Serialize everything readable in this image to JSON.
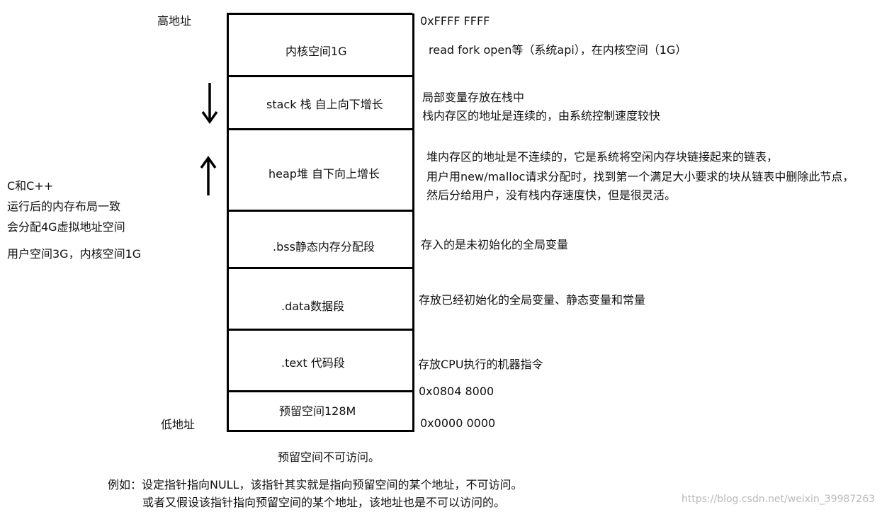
{
  "left_top_label": "高地址",
  "left_bottom_label": "低地址",
  "side_note": {
    "line1": "C和C++",
    "line2": "运行后的内存布局一致",
    "line3": "会分配4G虚拟地址空间",
    "line4": "用户空间3G，内核空间1G"
  },
  "segments": [
    {
      "label": "内核空间1G"
    },
    {
      "label": "stack 栈   自上向下增长"
    },
    {
      "label": "heap堆    自下向上增长"
    },
    {
      "label": ".bss静态内存分配段"
    },
    {
      "label": ".data数据段"
    },
    {
      "label": ".text  代码段"
    },
    {
      "label": "预留空间128M"
    }
  ],
  "addresses": {
    "top": "0xFFFF FFFF",
    "text_start": "0x0804 8000",
    "bottom": "0x0000 0000"
  },
  "descriptions": {
    "kernel": "read fork open等（系统api），在内核空间（1G）",
    "stack1": "局部变量存放在栈中",
    "stack2": "栈内存区的地址是连续的，由系统控制速度较快",
    "heap1": "堆内存区的地址是不连续的，它是系统将空闲内存块链接起来的链表，",
    "heap2": "用户用new/malloc请求分配时，找到第一个满足大小要求的块从链表中删除此节点，",
    "heap3": "然后分给用户，没有栈内存速度快，但是很灵活。",
    "bss": "存入的是未初始化的全局变量",
    "data": "存放已经初始化的全局变量、静态变量和常量",
    "text": "存放CPU执行的机器指令"
  },
  "footer": {
    "line1": "预留空间不可访问。",
    "line2": "例如：设定指针指向NULL，该指针其实就是指向预留空间的某个地址，不可访问。",
    "line3": "或者又假设该指针指向预留空间的某个地址，该地址也是不可以访问的。"
  },
  "watermark": "https://blog.csdn.net/weixin_39987263"
}
